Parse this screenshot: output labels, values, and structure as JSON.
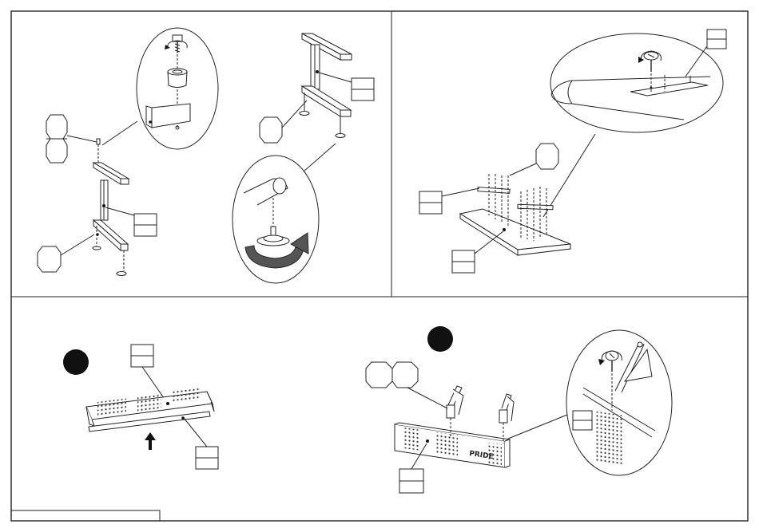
{
  "panels": [
    {
      "id": "legs",
      "callouts": []
    },
    {
      "id": "brackets",
      "callouts": []
    },
    {
      "id": "rail",
      "step_number": "",
      "callouts": []
    },
    {
      "id": "modesty-panel",
      "step_number": "",
      "brand_mark": "PRIDE",
      "callouts": []
    }
  ],
  "footer": {
    "text": ""
  }
}
